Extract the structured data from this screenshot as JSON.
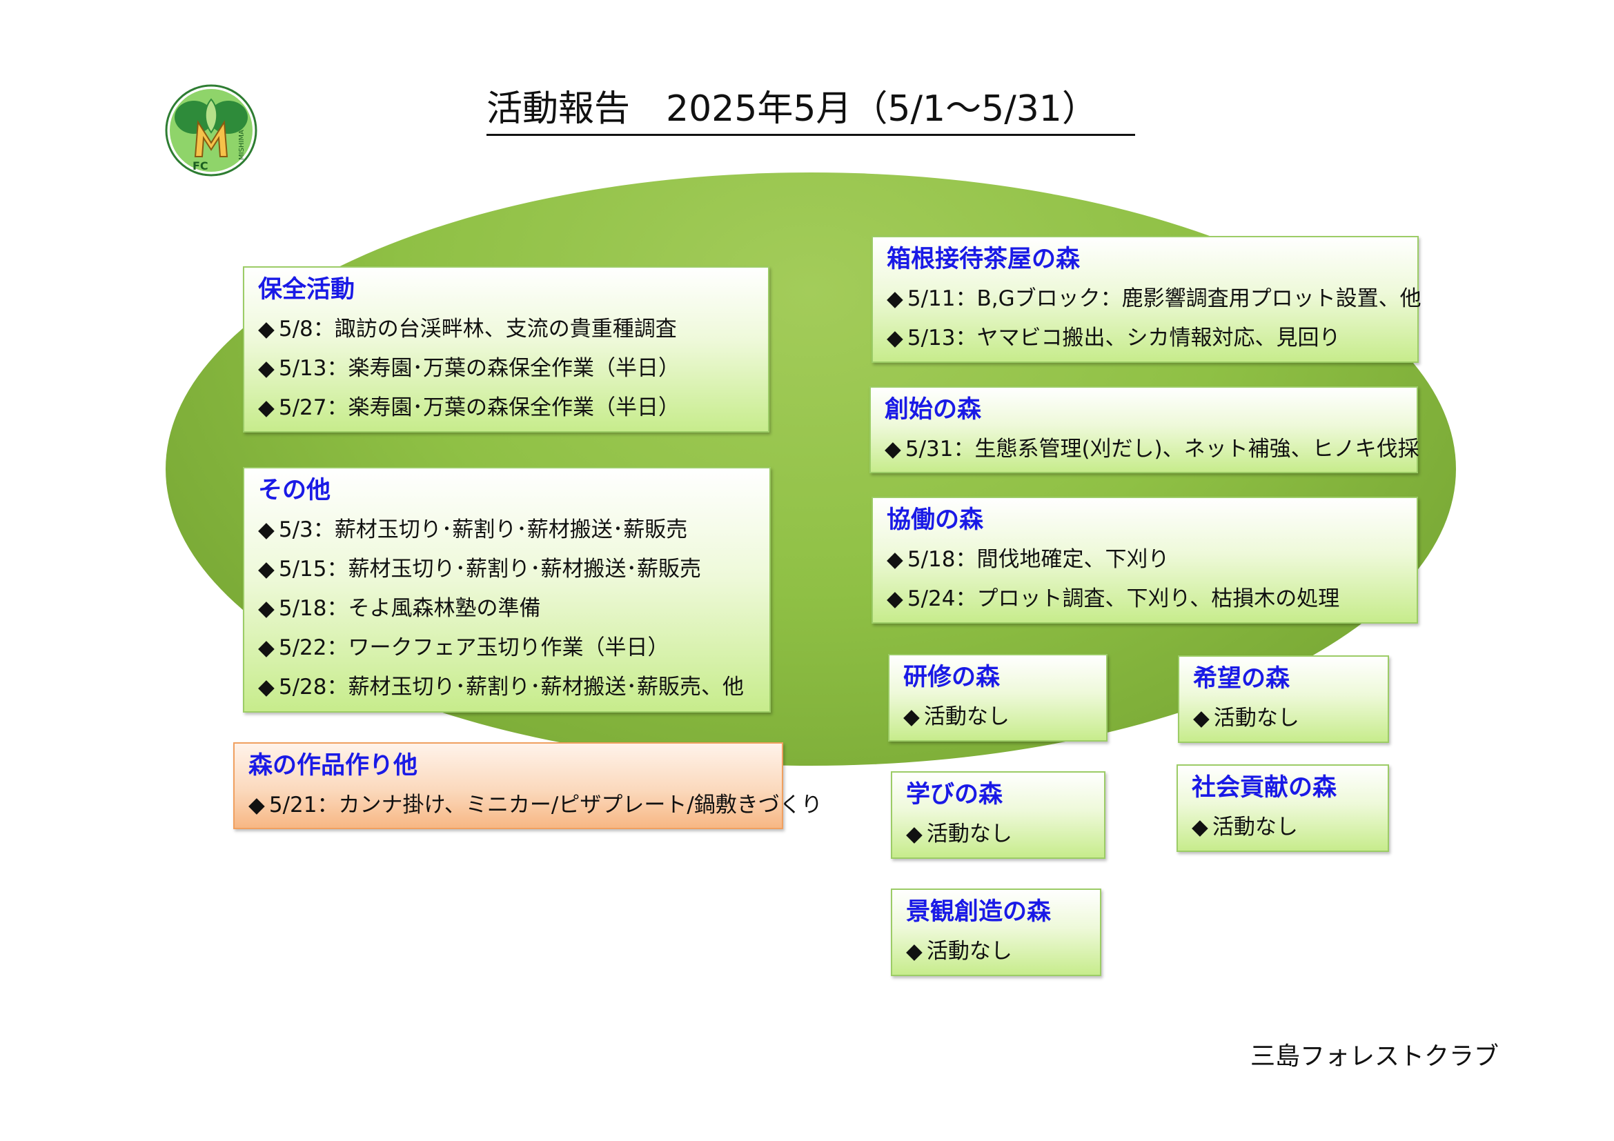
{
  "title": "活動報告　2025年5月（5/1～5/31）",
  "logo": {
    "icon": "mishima-forest-club-logo",
    "text_top": "MISHIMA",
    "text_bottom": "FC"
  },
  "footer": "三島フォレストクラブ",
  "bullet": "◆",
  "sections": {
    "hozen": {
      "heading": "保全活動",
      "items": [
        "5/8：諏訪の台渓畔林、支流の貴重種調査",
        "5/13：楽寿園･万葉の森保全作業（半日）",
        "5/27：楽寿園･万葉の森保全作業（半日）"
      ]
    },
    "sonota": {
      "heading": "その他",
      "items": [
        "5/3：薪材玉切り･薪割り･薪材搬送･薪販売",
        "5/15：薪材玉切り･薪割り･薪材搬送･薪販売",
        "5/18：そよ風森林塾の準備",
        "5/22：ワークフェア玉切り作業（半日）",
        "5/28：薪材玉切り･薪割り･薪材搬送･薪販売、他"
      ]
    },
    "sakuhin": {
      "heading": "森の作品作り他",
      "items": [
        "5/21：カンナ掛け、ミニカー/ピザプレート/鍋敷きづくり"
      ]
    },
    "hakone": {
      "heading": "箱根接待茶屋の森",
      "items": [
        "5/11：B,Gブロック：鹿影響調査用プロット設置、他",
        "5/13：ヤマビコ搬出、シカ情報対応、見回り"
      ]
    },
    "soshi": {
      "heading": "創始の森",
      "items": [
        "5/31：生態系管理(刈だし)、ネット補強、ヒノキ伐採"
      ]
    },
    "kyodo": {
      "heading": "協働の森",
      "items": [
        "5/18：間伐地確定、下刈り",
        "5/24：プロット調査、下刈り、枯損木の処理"
      ]
    },
    "kenshu": {
      "heading": "研修の森",
      "items": [
        "活動なし"
      ]
    },
    "kibou": {
      "heading": "希望の森",
      "items": [
        "活動なし"
      ]
    },
    "manabi": {
      "heading": "学びの森",
      "items": [
        "活動なし"
      ]
    },
    "shakai": {
      "heading": "社会貢献の森",
      "items": [
        "活動なし"
      ]
    },
    "keikan": {
      "heading": "景観創造の森",
      "items": [
        "活動なし"
      ]
    }
  }
}
